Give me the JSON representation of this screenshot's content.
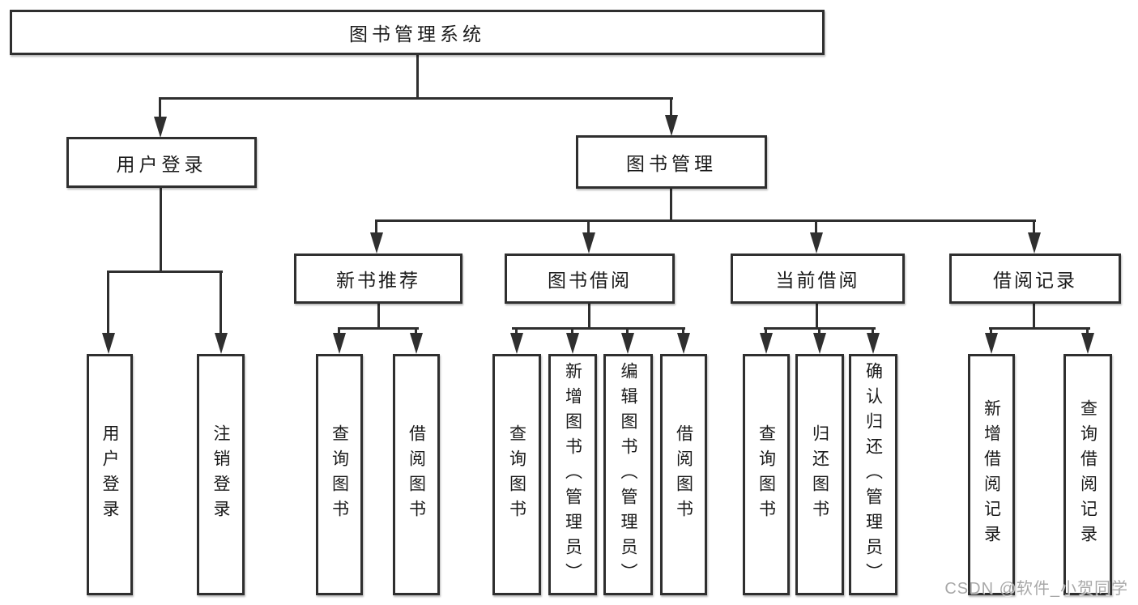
{
  "colors": {
    "line": "#2f2f2f",
    "text": "#1a1a1a",
    "watermark": "#9e9e9e",
    "background": "#ffffff"
  },
  "watermark": {
    "text": "CSDN @软件_小贺同学"
  },
  "tree": {
    "label": "图书管理系统",
    "children": [
      {
        "label": "用户登录",
        "children": [
          {
            "label": "用户登录"
          },
          {
            "label": "注销登录"
          }
        ]
      },
      {
        "label": "图书管理",
        "children": [
          {
            "label": "新书推荐",
            "children": [
              {
                "label": "查询图书"
              },
              {
                "label": "借阅图书"
              }
            ]
          },
          {
            "label": "图书借阅",
            "children": [
              {
                "label": "查询图书"
              },
              {
                "label": "新增图书（管理员）"
              },
              {
                "label": "编辑图书（管理员）"
              },
              {
                "label": "借阅图书"
              }
            ]
          },
          {
            "label": "当前借阅",
            "children": [
              {
                "label": "查询图书"
              },
              {
                "label": "归还图书"
              },
              {
                "label": "确认归还（管理员）"
              }
            ]
          },
          {
            "label": "借阅记录",
            "children": [
              {
                "label": "新增借阅记录"
              },
              {
                "label": "查询借阅记录"
              }
            ]
          }
        ]
      }
    ]
  }
}
